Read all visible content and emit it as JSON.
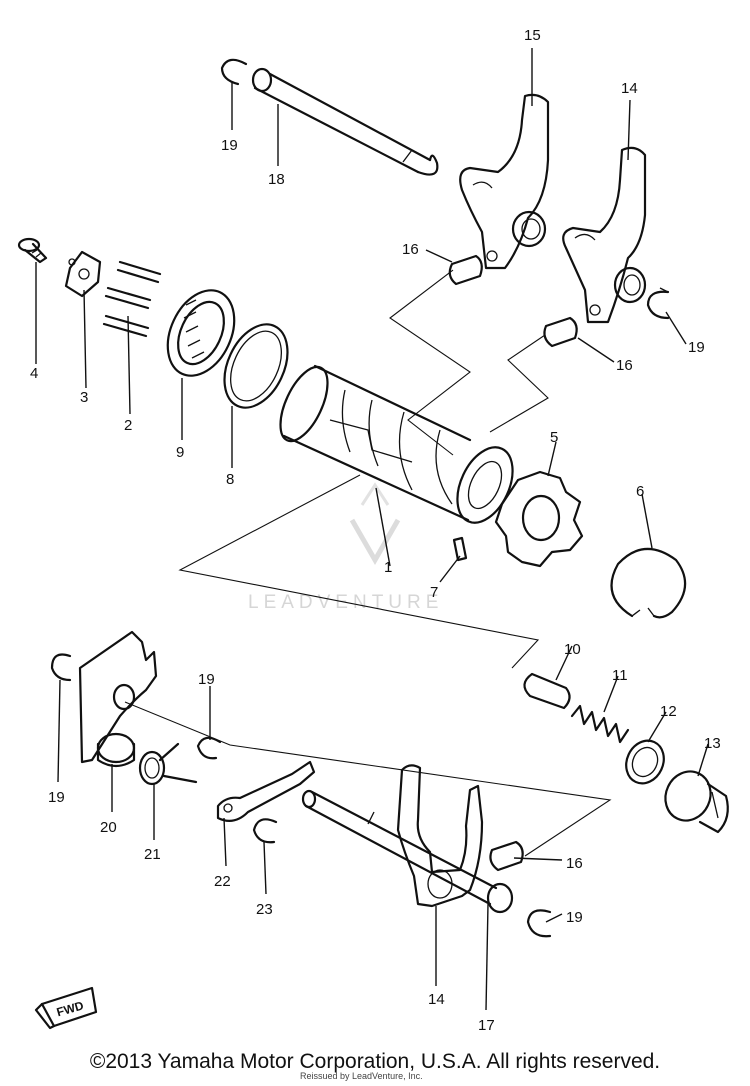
{
  "callouts": {
    "c15": "15",
    "c14a": "14",
    "c19a": "19",
    "c18": "18",
    "c16a": "16",
    "c19b": "19",
    "c16b": "16",
    "c4": "4",
    "c3": "3",
    "c2": "2",
    "c9": "9",
    "c8": "8",
    "c5": "5",
    "c6": "6",
    "c1": "1",
    "c7": "7",
    "c10": "10",
    "c11": "11",
    "c12": "12",
    "c13": "13",
    "c19c": "19",
    "c19d": "19",
    "c20": "20",
    "c21": "21",
    "c22": "22",
    "c23": "23",
    "c16c": "16",
    "c19e": "19",
    "c14b": "14",
    "c17": "17"
  },
  "fwd_badge": "FWD",
  "watermark": "LEADVENTURE",
  "copyright": "©2013 Yamaha Motor Corporation, U.S.A. All rights reserved.",
  "reissued": "Reissued by LeadVenture, Inc."
}
